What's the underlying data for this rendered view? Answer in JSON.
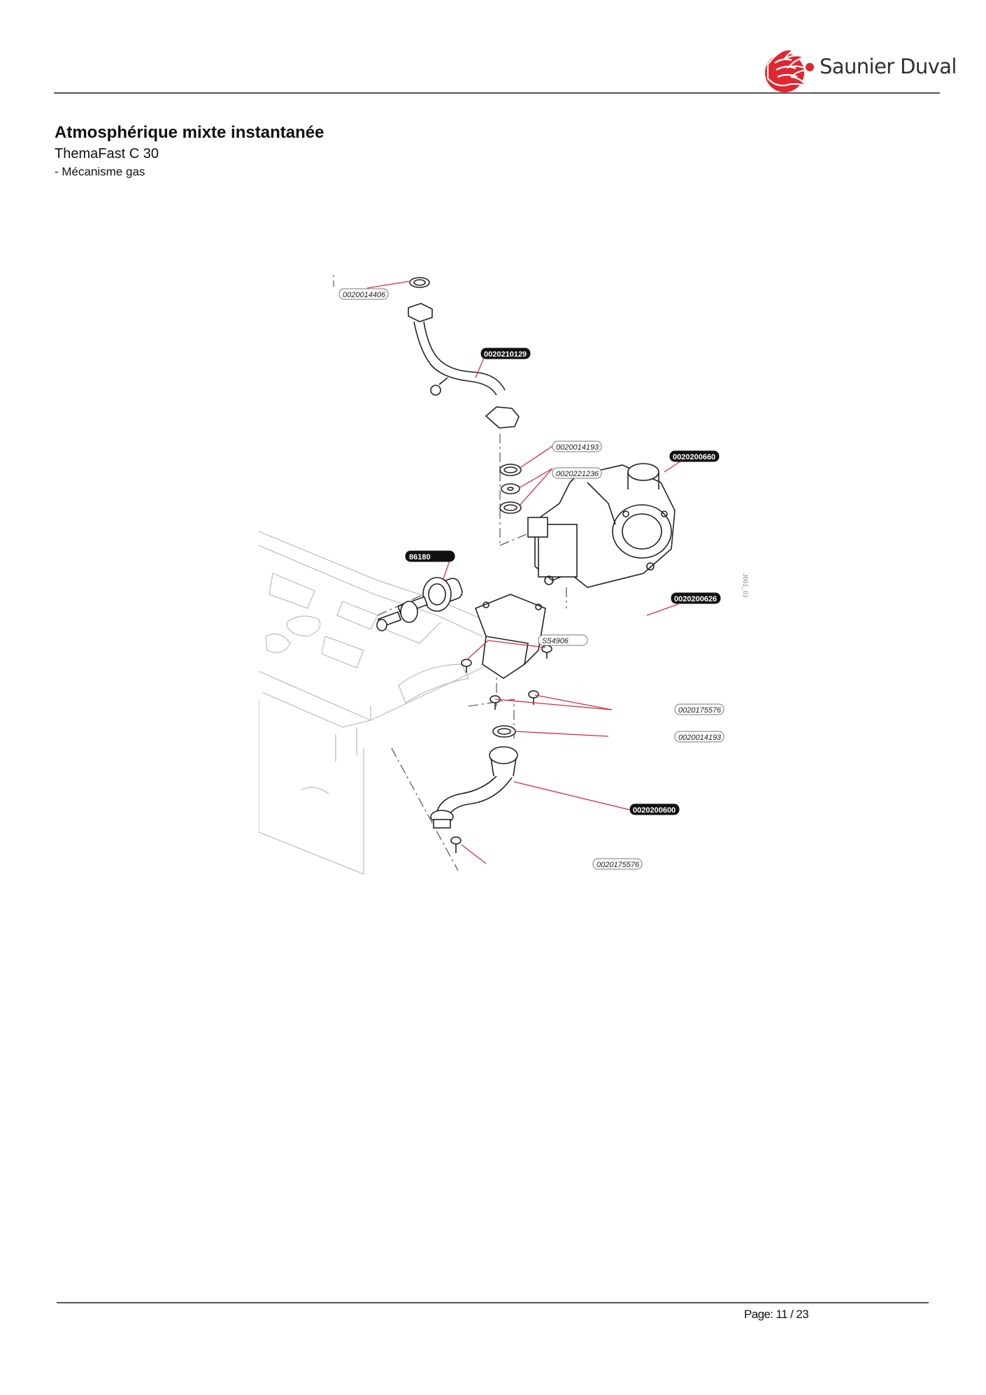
{
  "header": {
    "brand": "Saunier Duval",
    "logo_icon": "saunier-duval-hare-logo",
    "brand_color": "#e2252e"
  },
  "document": {
    "title": "Atmosphérique mixte instantanée",
    "model": "ThemaFast C 30",
    "section": "- Mécanisme gas"
  },
  "diagram": {
    "reference": "J661_03",
    "callouts": [
      {
        "ref": "0020014406",
        "style": "outline"
      },
      {
        "ref": "0020210129",
        "style": "solid"
      },
      {
        "ref": "0020014193",
        "style": "outline"
      },
      {
        "ref": "0020221236",
        "style": "outline"
      },
      {
        "ref": "0020200660",
        "style": "solid"
      },
      {
        "ref": "86180",
        "style": "solid"
      },
      {
        "ref": "0020200626",
        "style": "solid"
      },
      {
        "ref": "S54906",
        "style": "outline"
      },
      {
        "ref": "0020175576",
        "style": "outline"
      },
      {
        "ref": "0020014193",
        "style": "outline"
      },
      {
        "ref": "0020200600",
        "style": "solid"
      },
      {
        "ref": "0020175576",
        "style": "outline"
      }
    ]
  },
  "footer": {
    "page": "Page: 11 / 23"
  }
}
